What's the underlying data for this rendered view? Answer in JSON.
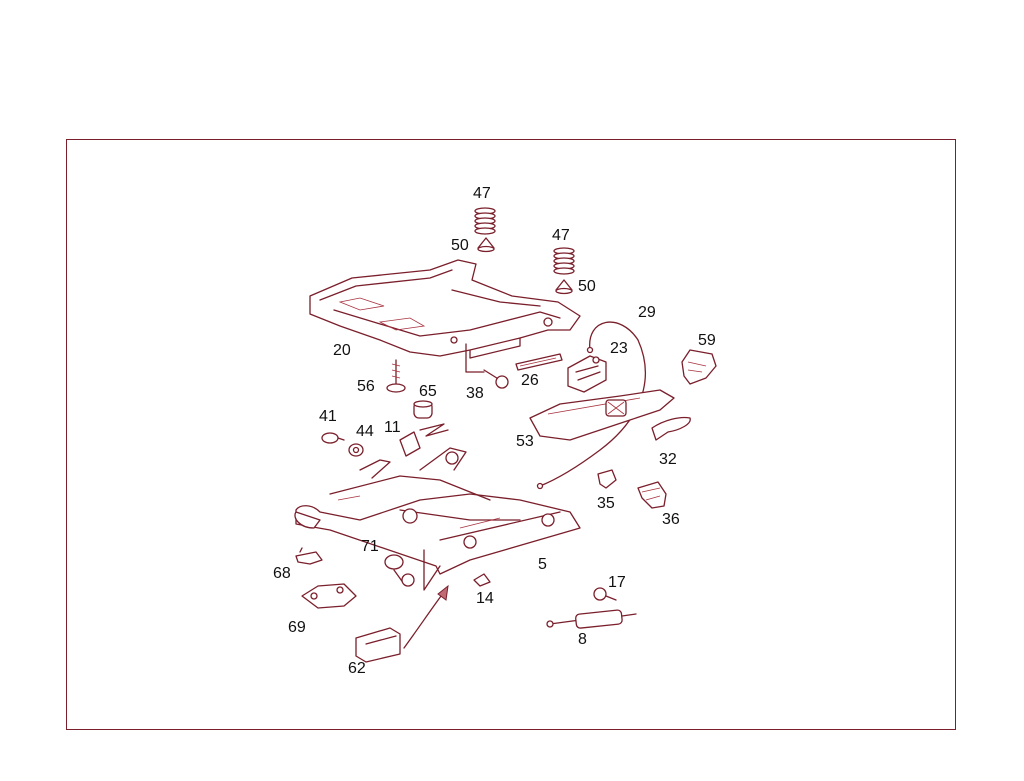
{
  "colors": {
    "line": "#7a1f2b",
    "accent": "#a8323f",
    "text": "#111111",
    "background": "#ffffff"
  },
  "callouts": {
    "c47a": "47",
    "c50a": "50",
    "c47b": "47",
    "c50b": "50",
    "c29": "29",
    "c59": "59",
    "c20": "20",
    "c23": "23",
    "c56": "56",
    "c65": "65",
    "c38": "38",
    "c26": "26",
    "c41": "41",
    "c44": "44",
    "c11": "11",
    "c53": "53",
    "c32": "32",
    "c35": "35",
    "c36": "36",
    "c71": "71",
    "c5": "5",
    "c68": "68",
    "c17": "17",
    "c14": "14",
    "c69": "69",
    "c8": "8",
    "c62": "62"
  }
}
